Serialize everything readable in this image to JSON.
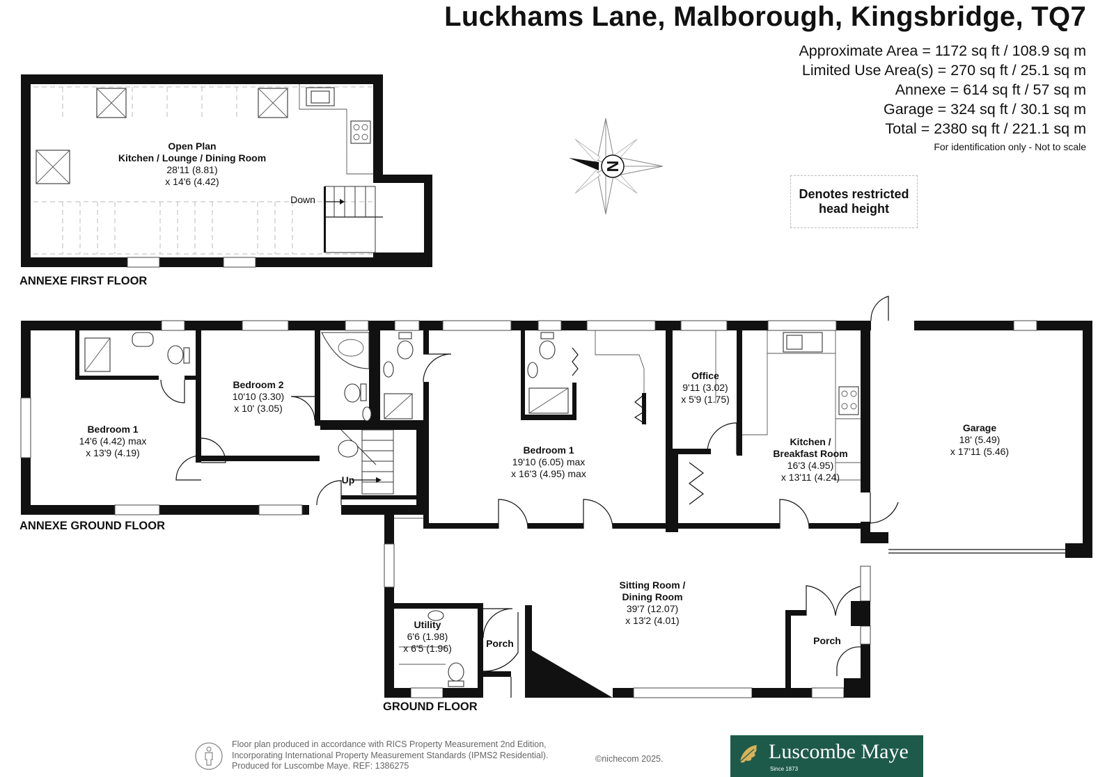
{
  "header": {
    "title": "Luckhams Lane, Malborough, Kingsbridge, TQ7",
    "areas": [
      "Approximate Area = 1172 sq ft / 108.9 sq m",
      "Limited Use Area(s) = 270 sq ft / 25.1 sq m",
      "Annexe = 614 sq ft / 57 sq m",
      "Garage = 324 sq ft / 30.1 sq m",
      "Total = 2380 sq ft / 221.1 sq m"
    ],
    "disclaimer": "For identification only - Not to scale"
  },
  "compass": {
    "label": "N"
  },
  "legend": {
    "line1": "Denotes restricted",
    "line2": "head height"
  },
  "floors": {
    "annexe_first": "ANNEXE FIRST FLOOR",
    "annexe_ground": "ANNEXE GROUND FLOOR",
    "ground": "GROUND FLOOR"
  },
  "rooms": {
    "open_plan": {
      "name1": "Open Plan",
      "name2": "Kitchen / Lounge / Dining Room",
      "dim1": "28'11 (8.81)",
      "dim2": "x 14'6 (4.42)"
    },
    "annexe_bed1": {
      "name": "Bedroom 1",
      "dim1": "14'6 (4.42) max",
      "dim2": "x 13'9 (4.19)"
    },
    "annexe_bed2": {
      "name": "Bedroom 2",
      "dim1": "10'10 (3.30)",
      "dim2": "x 10' (3.05)"
    },
    "bedroom1": {
      "name": "Bedroom 1",
      "dim1": "19'10 (6.05) max",
      "dim2": "x 16'3 (4.95) max"
    },
    "office": {
      "name": "Office",
      "dim1": "9'11 (3.02)",
      "dim2": "x 5'9 (1.75)"
    },
    "kitchen": {
      "name1": "Kitchen /",
      "name2": "Breakfast Room",
      "dim1": "16'3 (4.95)",
      "dim2": "x 13'11 (4.24)"
    },
    "garage": {
      "name": "Garage",
      "dim1": "18' (5.49)",
      "dim2": "x 17'11 (5.46)"
    },
    "sitting": {
      "name1": "Sitting Room /",
      "name2": "Dining Room",
      "dim1": "39'7 (12.07)",
      "dim2": "x 13'2 (4.01)"
    },
    "utility": {
      "name": "Utility",
      "dim1": "6'6 (1.98)",
      "dim2": "x 6'5 (1.96)"
    },
    "porch_left": {
      "name": "Porch"
    },
    "porch_right": {
      "name": "Porch"
    }
  },
  "stairs": {
    "down": "Down",
    "up": "Up"
  },
  "footer": {
    "line1": "Floor plan produced in accordance with RICS Property Measurement 2nd Edition,",
    "line2": "Incorporating International Property Measurement Standards (IPMS2 Residential).",
    "line3": "Produced for Luscombe Maye.   REF: 1386275",
    "copyright": "©nichecom 2025."
  },
  "brand": {
    "name": "Luscombe Maye",
    "since": "Since 1873",
    "color": "#1e5a4a"
  }
}
